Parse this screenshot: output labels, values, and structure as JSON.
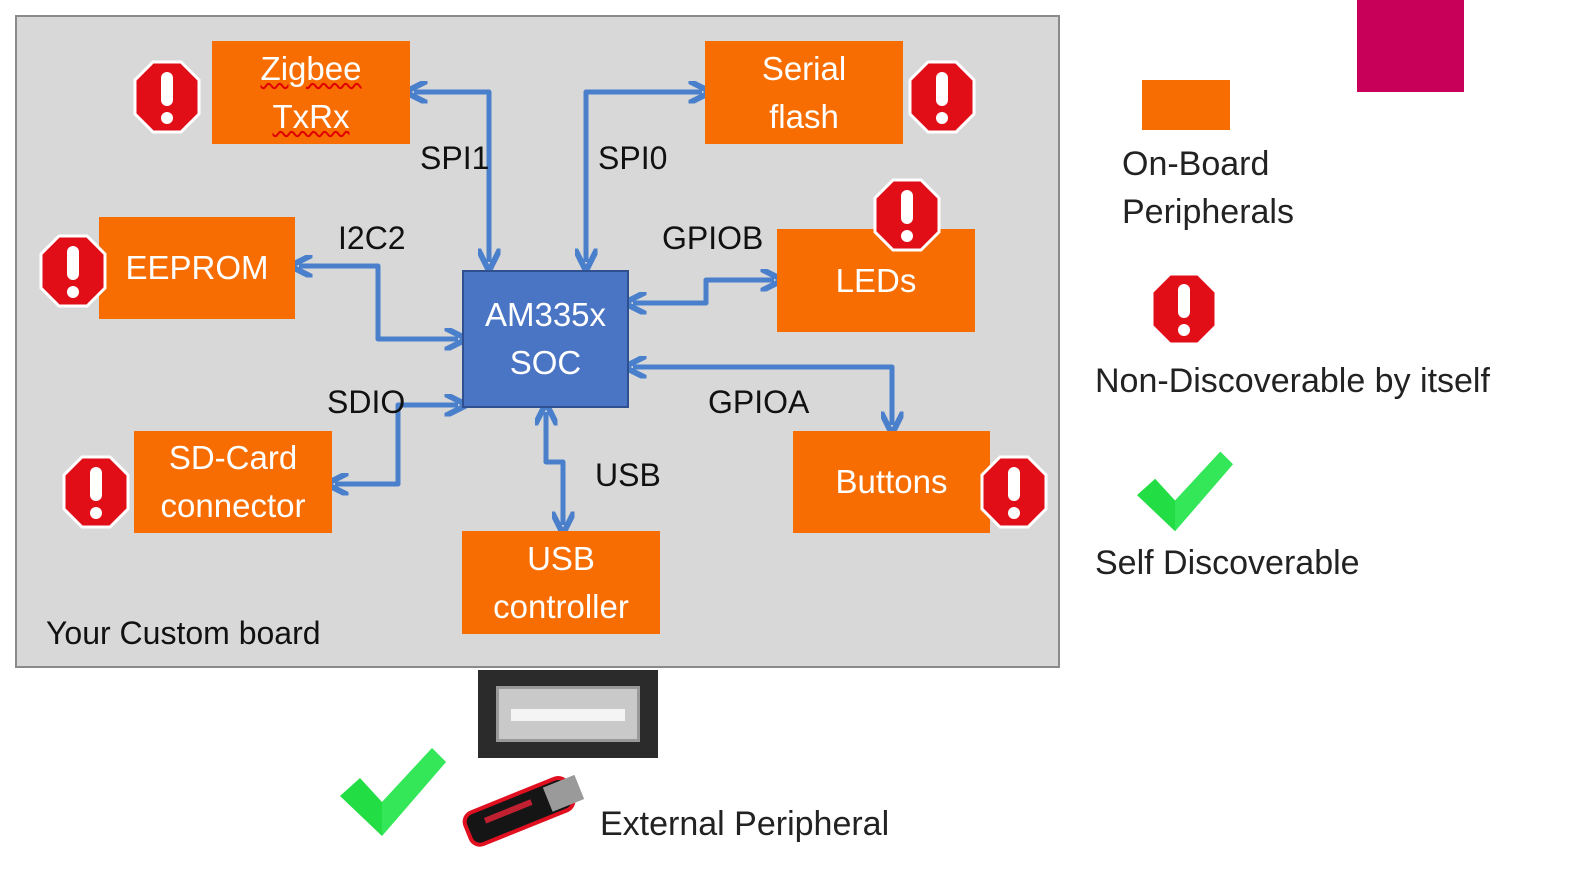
{
  "board": {
    "label": "Your Custom board"
  },
  "soc": {
    "line1": "AM335x",
    "line2": "SOC"
  },
  "peripherals": {
    "zigbee": {
      "line1": "Zigbee",
      "line2": "TxRx"
    },
    "serial_flash": {
      "line1": "Serial",
      "line2": "flash"
    },
    "eeprom": {
      "line1": "EEPROM"
    },
    "leds": {
      "line1": "LEDs"
    },
    "sdcard": {
      "line1": "SD-Card",
      "line2": "connector"
    },
    "buttons": {
      "line1": "Buttons"
    },
    "usb_controller": {
      "line1": "USB",
      "line2": "controller"
    }
  },
  "buses": {
    "spi1": "SPI1",
    "spi0": "SPI0",
    "i2c2": "I2C2",
    "gpiob": "GPIOB",
    "sdio": "SDIO",
    "gpioa": "GPIOA",
    "usb": "USB"
  },
  "legend": {
    "onboard_line1": "On-Board",
    "onboard_line2": "Peripherals",
    "non_discoverable": "Non-Discoverable by itself",
    "self_discoverable": "Self Discoverable"
  },
  "external": {
    "label": "External Peripheral"
  },
  "icons": {
    "warning": "exclamation-octagon-icon",
    "check": "green-check-icon"
  },
  "colors": {
    "peripheral_box": "#f76d02",
    "soc_box": "#4a74c4",
    "board_bg": "#d8d8d8",
    "arrow": "#4a7fcb",
    "warning_red": "#e20e17",
    "check_green": "#22dd44",
    "corner_accent": "#c8005a"
  }
}
